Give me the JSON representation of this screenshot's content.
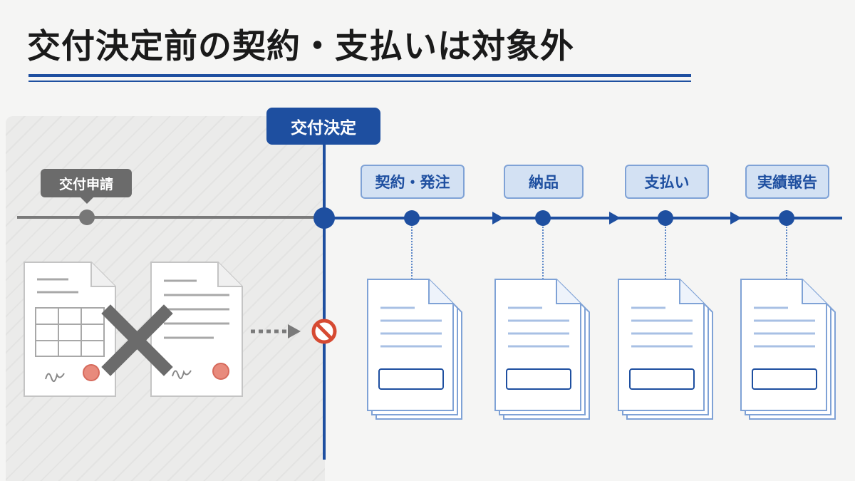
{
  "title": "交付決定前の契約・支払いは対象外",
  "decision_label": "交付決定",
  "application_label": "交付申請",
  "stages": [
    {
      "label": "契約・発注"
    },
    {
      "label": "納品"
    },
    {
      "label": "支払い"
    },
    {
      "label": "実績報告"
    }
  ],
  "icons": {
    "prohibited": "no-entry-icon",
    "rejected": "cross-mark-icon",
    "signature": "signature-icon",
    "stamp": "hanko-stamp-icon"
  },
  "colors": {
    "accent": "#1e4fa0",
    "light_accent": "#d3e1f3",
    "inactive": "#6b6b6b",
    "stop": "#d64a32",
    "stamp": "#e88a7c"
  }
}
